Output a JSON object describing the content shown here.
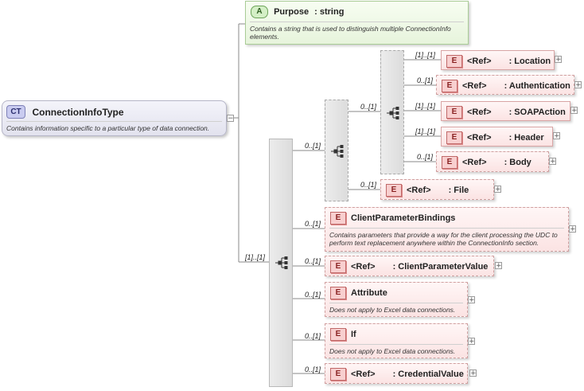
{
  "complex_type": {
    "badge": "CT",
    "name": "ConnectionInfoType",
    "description": "Contains information specific to a particular type of data connection."
  },
  "attribute": {
    "badge": "A",
    "name": "Purpose",
    "type": ": string",
    "description": "Contains a string that is used to distinguish multiple ConnectionInfo elements."
  },
  "cardinality": {
    "main_sequence": "[1]..[1]",
    "inner_choice": "0..[1]",
    "ref_choice": "0..[1]",
    "location": "[1]..[1]",
    "authentication": "0..[1]",
    "soapaction": "[1]..[1]",
    "header": "[1]..[1]",
    "body": "0..[1]",
    "file": "0..[1]",
    "client_parameter_bindings": "0..[1]",
    "client_parameter_value": "0..[1]",
    "attribute_el": "0..[1]",
    "if_el": "0..[1]",
    "credential_value": "0..[1]"
  },
  "elements": {
    "badge": "E",
    "ref": "<Ref>",
    "location": ": Location",
    "authentication": ": Authentication",
    "soapaction": ": SOAPAction",
    "header": ": Header",
    "body": ": Body",
    "file": ": File",
    "client_parameter_bindings": {
      "name": "ClientParameterBindings",
      "description": "Contains parameters that provide a way for the client processing the UDC to perform text replacement anywhere within the ConnectionInfo section."
    },
    "client_parameter_value": ": ClientParameterValue",
    "attribute_el": {
      "name": "Attribute",
      "description": "Does not apply to Excel data connections."
    },
    "if_el": {
      "name": "If",
      "description": "Does not apply to Excel data connections."
    },
    "credential_value": ": CredentialValue"
  },
  "icons": {
    "expand": "+",
    "collapse": "−"
  }
}
